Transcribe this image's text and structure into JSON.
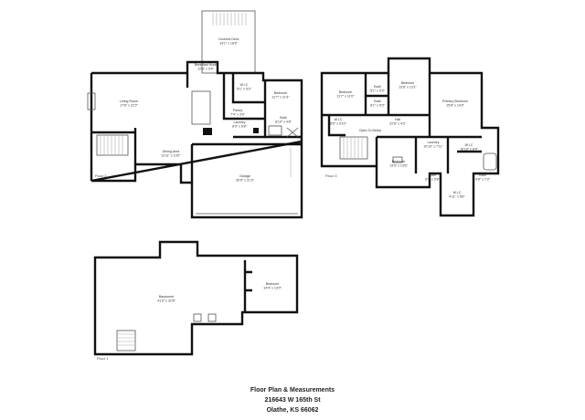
{
  "caption": {
    "line1": "Floor Plan & Measurements",
    "line2": "216643 W 165th St",
    "line3": "Olathe, KS  66062"
  },
  "floors": {
    "floor2": {
      "label": "Floor 2",
      "rooms": {
        "covered_deck": {
          "name": "Covered Deck",
          "dims": "14'1\" x 18'9\""
        },
        "breakfast_nook": {
          "name": "Breakfast Nook",
          "dims": "12'8\" x 9'4\""
        },
        "living_room": {
          "name": "Living Room",
          "dims": "17'6\" x 22'2\""
        },
        "wic": {
          "name": "W.I.C",
          "dims": "5'1\" x 5'3\""
        },
        "bedroom": {
          "name": "Bedroom",
          "dims": "11'7\" x 11'3\""
        },
        "pantry": {
          "name": "Pantry",
          "dims": "7'4\" x 3'6\""
        },
        "bath": {
          "name": "Bath",
          "dims": "8'10\" x 4'8\""
        },
        "laundry": {
          "name": "Laundry",
          "dims": "8'0\" x 6'8\""
        },
        "dining_area": {
          "name": "Dining Area",
          "dims": "11'11\" x 13'0\""
        },
        "garage": {
          "name": "Garage",
          "dims": "30'6\" x 21'9\""
        }
      }
    },
    "floor3": {
      "label": "Floor 3",
      "rooms": {
        "bedroom_a": {
          "name": "Bedroom",
          "dims": "11'7\" x 11'0\""
        },
        "bedroom_b": {
          "name": "Bedroom",
          "dims": "13'6\" x 13'1\""
        },
        "bath_a": {
          "name": "Bath",
          "dims": "5'1\" x 5'3\""
        },
        "bath_b": {
          "name": "Bath",
          "dims": "8'1\" x 5'3\""
        },
        "primary_bedroom": {
          "name": "Primary Bedroom",
          "dims": "15'8\" x 14'3\""
        },
        "wic": {
          "name": "W.I.C",
          "dims": "8'5\" x 5'10\""
        },
        "hall": {
          "name": "Hall",
          "dims": "22'8\" x 4'3\""
        },
        "open_to_below": {
          "name": "Open To Below",
          "dims": ""
        },
        "bedroom_c": {
          "name": "Bedroom",
          "dims": "13'5\" x 13'6\""
        },
        "laundry": {
          "name": "Laundry",
          "dims": "10'10\" x 7'11\""
        },
        "bath_c": {
          "name": "Bath",
          "dims": "8'1\" x 5'8\""
        },
        "primary_wic": {
          "name": "W.I.C",
          "dims": "10'10\" x 8'4\""
        },
        "primary_bath": {
          "name": "Bath",
          "dims": "4'8\" x 7'3\""
        },
        "wic_small": {
          "name": "W.I.C",
          "dims": "4'11\" x 5'6\""
        }
      }
    },
    "floor1": {
      "label": "Floor 1",
      "rooms": {
        "basement": {
          "name": "Basement",
          "dims": "41'0\" x 32'8\""
        },
        "bedroom": {
          "name": "Bedroom",
          "dims": "14'4\" x 13'0\""
        }
      }
    }
  }
}
